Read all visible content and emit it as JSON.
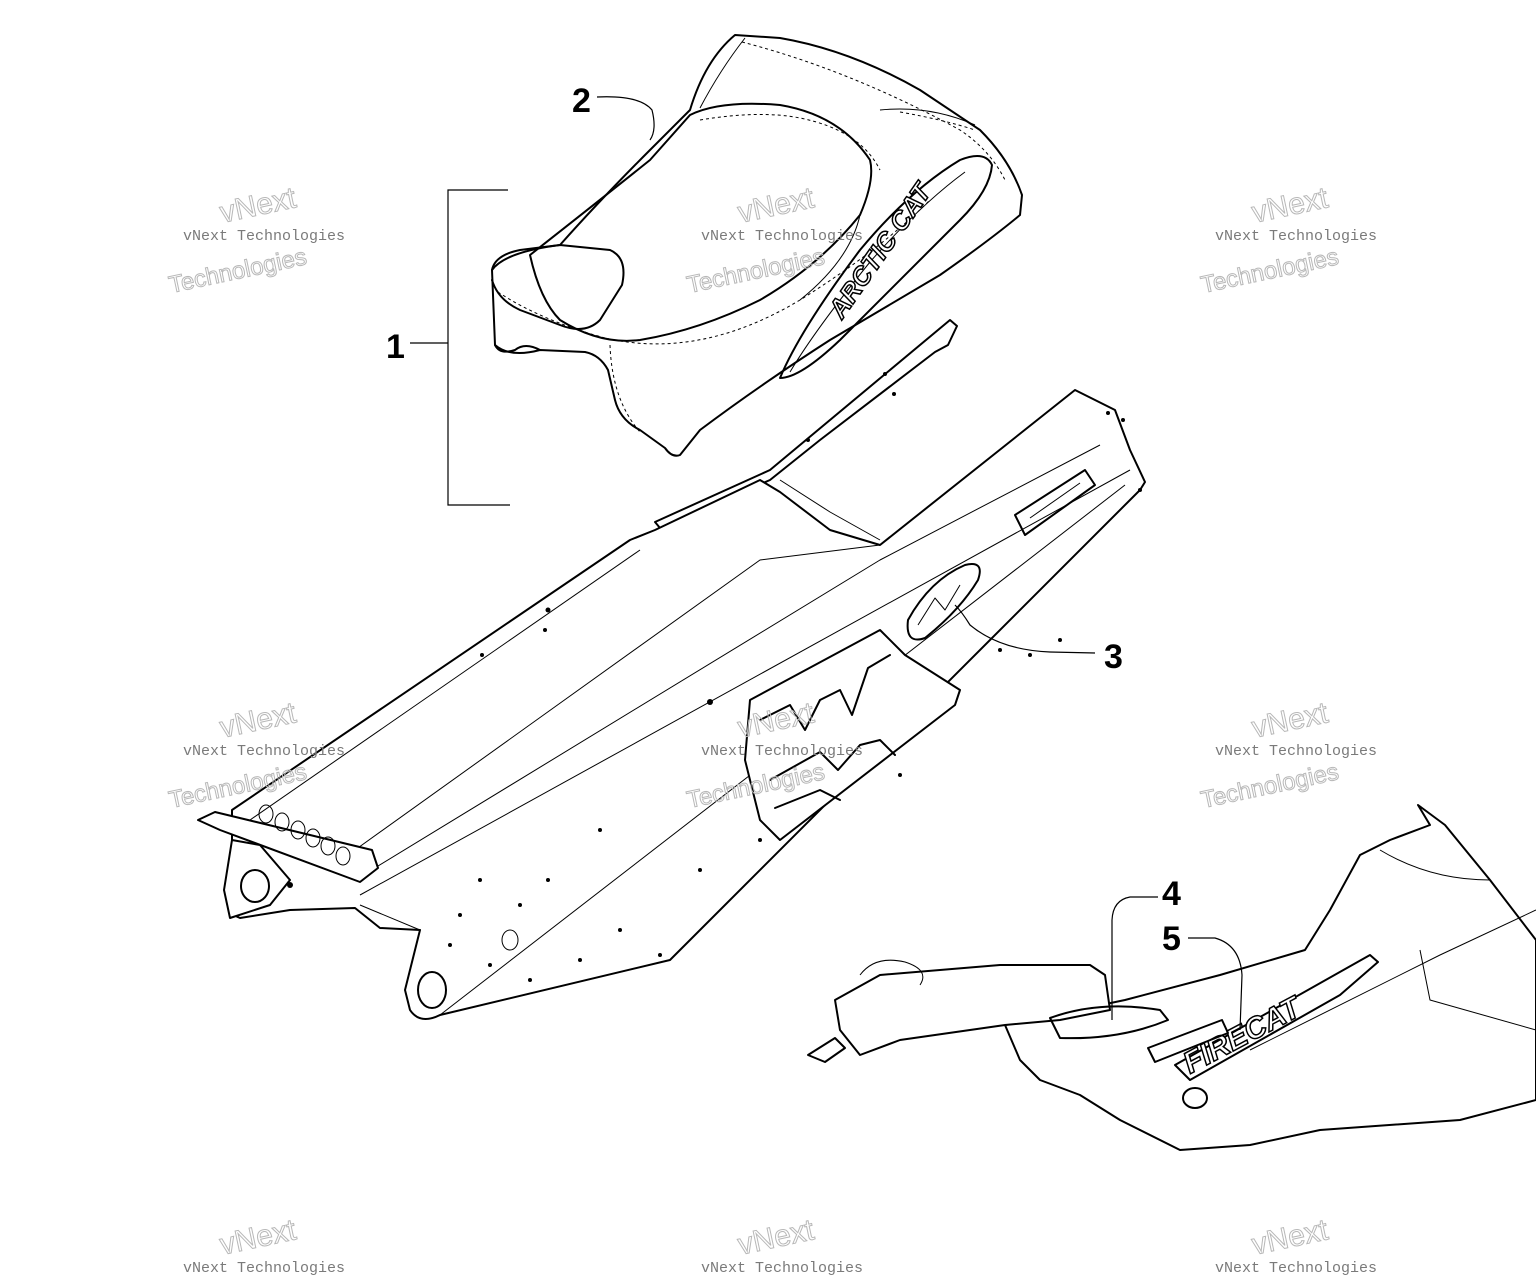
{
  "callouts": [
    {
      "id": "1",
      "label": "1"
    },
    {
      "id": "2",
      "label": "2"
    },
    {
      "id": "3",
      "label": "3"
    },
    {
      "id": "4",
      "label": "4"
    },
    {
      "id": "5",
      "label": "5"
    }
  ],
  "logos": {
    "seat": "ARCTIC CAT",
    "hood": "FIRECAT"
  },
  "watermark": {
    "line1": "vNext Technologies",
    "line2": "vNext",
    "line3": "Technologies"
  }
}
